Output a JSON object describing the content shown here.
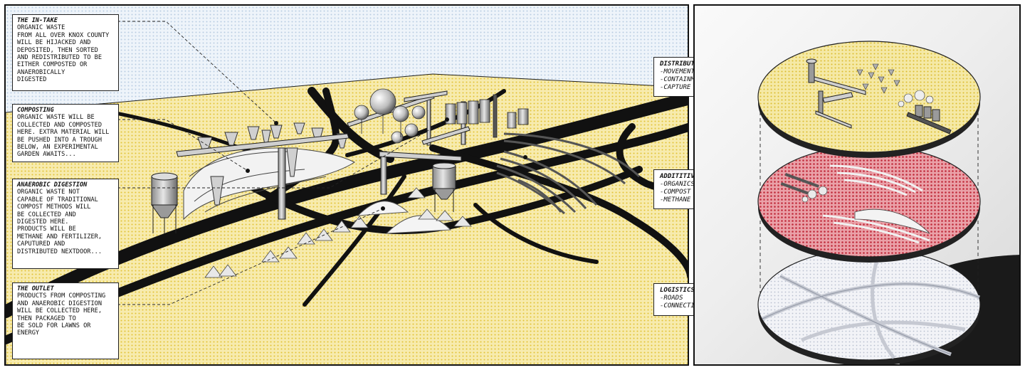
{
  "callouts": [
    {
      "title": "THE IN-TAKE",
      "body": "ORGANIC WASTE\nFROM ALL OVER KNOX COUNTY\nWILL BE HIJACKED AND\nDEPOSITED, THEN SORTED\nAND REDISTRIBUTED TO BE\nEITHER COMPOSTED OR\nANAEROBICALLY\nDIGESTED"
    },
    {
      "title": "COMPOSTING",
      "body": "ORGANIC WASTE WILL BE\nCOLLECTED AND COMPOSTED\nHERE. EXTRA MATERIAL WILL\nBE PUSHED INTO A TROUGH\nBELOW, AN EXPERIMENTAL\nGARDEN AWAITS..."
    },
    {
      "title": "ANAEROBIC DIGESTION",
      "body": "ORGANIC WASTE NOT\nCAPABLE OF TRADITIONAL\nCOMPOST METHODS WILL\nBE COLLECTED AND\nDIGESTED HERE.\nPRODUCTS WILL BE\nMETHANE AND FERTILIZER,\nCAPUTURED AND\nDISTRIBUTED NEXTDOOR..."
    },
    {
      "title": "THE OUTLET",
      "body": "PRODUCTS FROM COMPOSTING\nAND ANAEROBIC DIGESTION\nWILL BE COLLECTED HERE,\nTHEN PACKAGED TO\nBE SOLD FOR LAWNS OR\nENERGY"
    }
  ],
  "layers": [
    {
      "title": "DISTRIBUTIONS",
      "items": [
        "-MOVEMENT",
        "-CONTAINMENT",
        "-CAPTURE"
      ]
    },
    {
      "title": "ADDITITIVES",
      "items": [
        "-ORGANICS",
        "-COMPOST",
        "-METHANE"
      ]
    },
    {
      "title": "LOGISTICS",
      "items": [
        "-ROADS",
        "-CONNECTIONS"
      ]
    }
  ],
  "colors": {
    "ground_yellow": "#f5e7a0",
    "dot_yellow": "#e6c93a",
    "sky_blue": "#dde9f5",
    "dot_blue": "#b8cde2",
    "road_black": "#111111",
    "disc_red": "#e58f98",
    "dot_red": "#c0303f"
  }
}
